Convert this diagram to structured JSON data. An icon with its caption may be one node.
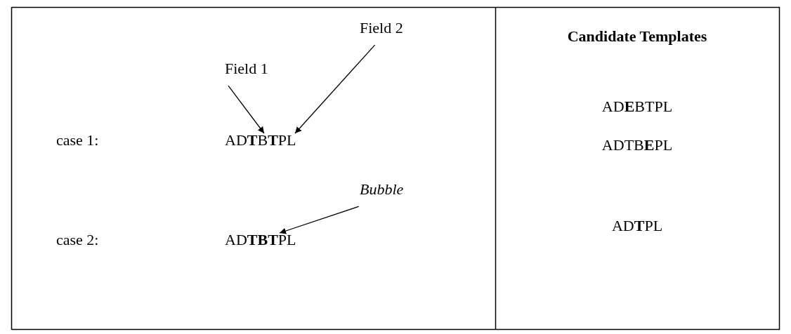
{
  "diagram": {
    "nodes": [
      {
        "text": [
          "Field 2"
        ]
      },
      {
        "text": [
          "Field 1"
        ]
      },
      {
        "text": [
          "AD**T**B**T**PL"
        ]
      },
      {
        "text": [
          "Bubble"
        ]
      },
      {
        "text": [
          "AD**TBT**PL"
        ]
      }
    ],
    "edges": [
      {
        "from": 1,
        "to": 2,
        "arrow": "to"
      },
      {
        "from": 0,
        "to": 2,
        "arrow": "to"
      },
      {
        "from": 3,
        "to": 4,
        "arrow": "to"
      }
    ],
    "labels": [
      "Candidate Templates",
      "case 1:",
      "AD**E**BTPL",
      "ADTB**E**PL",
      "case 2:",
      "AD**T**PL"
    ]
  }
}
